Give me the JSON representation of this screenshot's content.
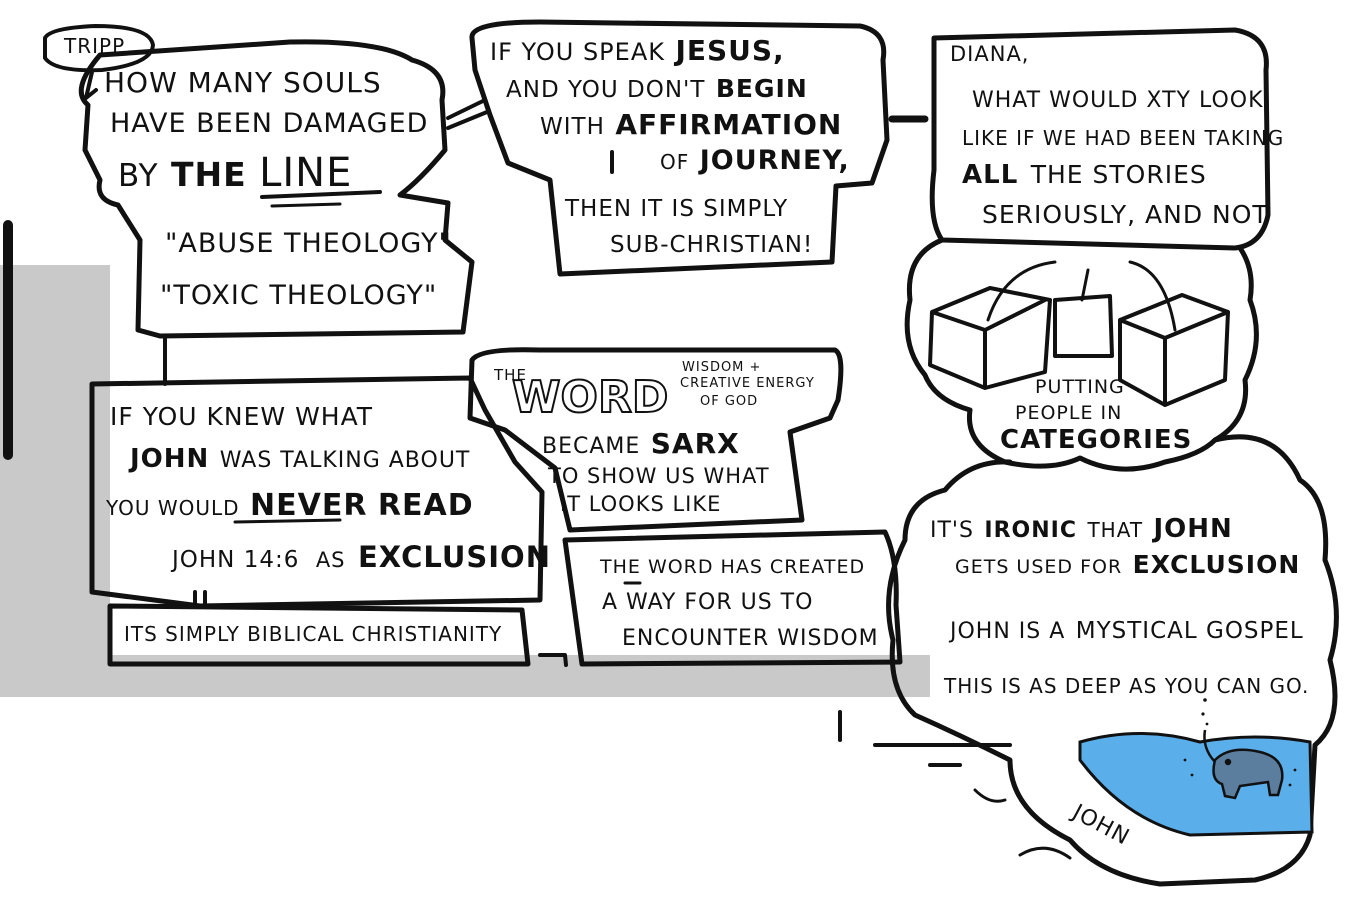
{
  "tripp": {
    "name": "TRIPP",
    "line1": "HOW MANY SOULS",
    "line2": "HAVE BEEN DAMAGED",
    "line3a": "BY",
    "line3b": "THE",
    "line3c": "LINE",
    "abuse": "\"ABUSE THEOLOGY\"",
    "toxic": "\"TOXIC THEOLOGY\""
  },
  "speak": {
    "l1a": "IF YOU SPEAK",
    "l1b": "JESUS,",
    "l2a": "AND YOU DON'T",
    "l2b": "BEGIN",
    "l3a": "WITH",
    "l3b": "AFFIRMATION",
    "l4a": "OF",
    "l4b": "JOURNEY,",
    "l5": "THEN IT IS SIMPLY",
    "l6": "SUB-CHRISTIAN!"
  },
  "diana": {
    "name": "DIANA,",
    "l1": "WHAT WOULD XTY LOOK",
    "l2": "LIKE IF WE HAD BEEN TAKING",
    "l3a": "ALL",
    "l3b": "THE STORIES",
    "l4": "SERIOUSLY, AND NOT",
    "putting1": "PUTTING",
    "putting2": "PEOPLE IN",
    "putting3": "CATEGORIES"
  },
  "john_box": {
    "l1": "IF YOU KNEW WHAT",
    "l2a": "JOHN",
    "l2b": "WAS TALKING ABOUT",
    "l3a": "YOU WOULD",
    "l3b": "NEVER",
    "l3c": "READ",
    "l4a": "JOHN 14:6",
    "l4b": "AS",
    "l4c": "EXCLUSION",
    "simply": "ITS SIMPLY BIBLICAL CHRISTIANITY"
  },
  "word_box": {
    "the": "THE",
    "word": "WORD",
    "wisdom1": "WISDOM +",
    "wisdom2": "CREATIVE ENERGY",
    "wisdom3": "OF GOD",
    "l1a": "BECAME",
    "l1b": "SARX",
    "l2": "TO SHOW US WHAT",
    "l3": "IT LOOKS LIKE",
    "c1": "THE WORD HAS CREATED",
    "c2": "A WAY FOR US TO",
    "c3": "ENCOUNTER WISDOM"
  },
  "ironic": {
    "l1a": "IT'S",
    "l1b": "IRONIC",
    "l1c": "THAT",
    "l1d": "JOHN",
    "l2a": "GETS USED FOR",
    "l2b": "EXCLUSION",
    "l3a": "JOHN IS A",
    "l3b": "MYSTICAL GOSPEL",
    "l4": "THIS IS AS DEEP AS YOU CAN GO.",
    "pool_label": "JOHN"
  },
  "colors": {
    "ink": "#111111",
    "shadow": "#c9c9c9",
    "water": "#5aaeea",
    "elephant": "#5b7d9e"
  }
}
